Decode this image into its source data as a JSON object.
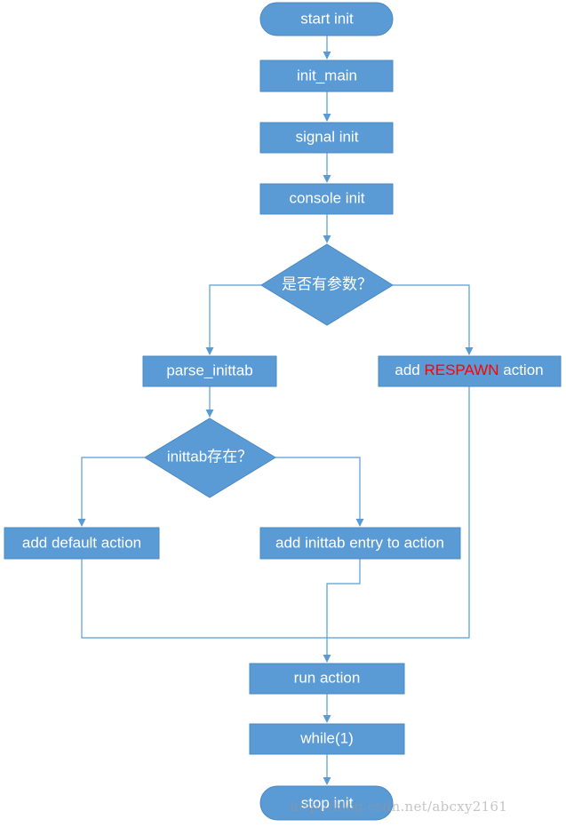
{
  "nodes": {
    "start_init": "start init",
    "init_main": "init_main",
    "signal_init": "signal init",
    "console_init": "console init",
    "has_args": "是否有参数？",
    "parse_inittab": "parse_inittab",
    "add_respawn": {
      "prefix": "add ",
      "highlight": "RESPAWN",
      "suffix": " action"
    },
    "inittab_exists": "inittab存在？",
    "add_default": "add default action",
    "add_inittab_entry": "add inittab entry to action",
    "run_action": "run action",
    "while_loop": "while(1)",
    "stop_init": "stop init"
  },
  "colors": {
    "node_fill": "#5b9bd5",
    "edge": "#5b9bd5",
    "highlight_text": "#ff0000"
  },
  "watermark": "http://blog.csdn.net/abcxy2161"
}
